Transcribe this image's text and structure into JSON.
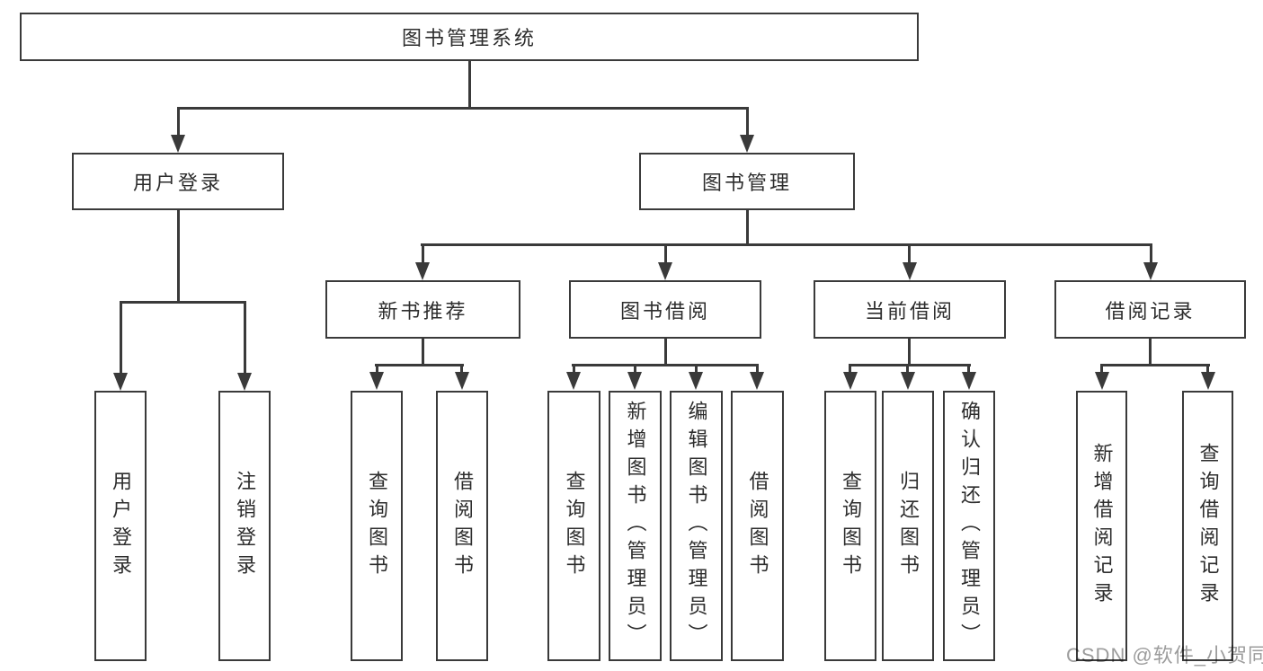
{
  "tree": {
    "root": {
      "label": "图书管理系统"
    },
    "branches": [
      {
        "label": "用户登录",
        "children": [
          {
            "label": "用户登录"
          },
          {
            "label": "注销登录"
          }
        ]
      },
      {
        "label": "图书管理",
        "children": [
          {
            "label": "新书推荐",
            "children": [
              {
                "label": "查询图书"
              },
              {
                "label": "借阅图书"
              }
            ]
          },
          {
            "label": "图书借阅",
            "children": [
              {
                "label": "查询图书"
              },
              {
                "label": "新增图书（管理员）"
              },
              {
                "label": "编辑图书（管理员）"
              },
              {
                "label": "借阅图书"
              }
            ]
          },
          {
            "label": "当前借阅",
            "children": [
              {
                "label": "查询图书"
              },
              {
                "label": "归还图书"
              },
              {
                "label": "确认归还（管理员）"
              }
            ]
          },
          {
            "label": "借阅记录",
            "children": [
              {
                "label": "新增借阅记录"
              },
              {
                "label": "查询借阅记录"
              }
            ]
          }
        ]
      }
    ]
  },
  "watermark": {
    "text": "CSDN @软件_小贺同学"
  },
  "colors": {
    "box_border": "#3a3a3a",
    "connector_line": "#3a3a3a",
    "label_text": "#2d2d2d",
    "watermark_text": "#9c9c9c",
    "background": "#ffffff"
  }
}
